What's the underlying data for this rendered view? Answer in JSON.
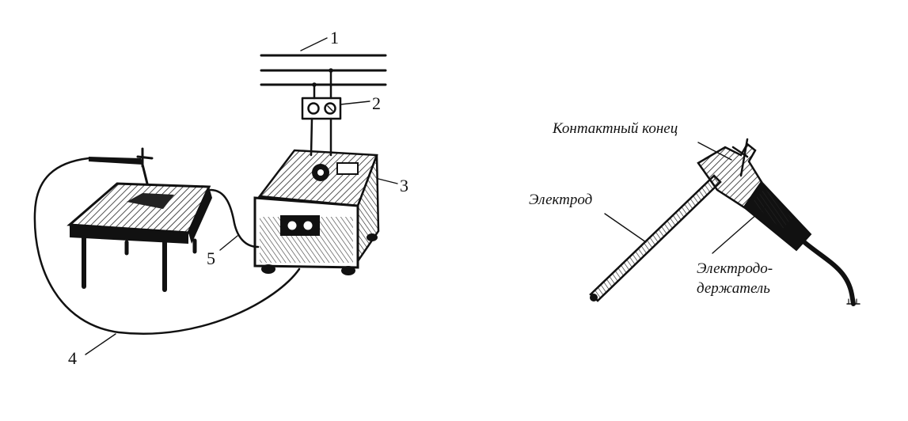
{
  "left_diagram": {
    "callouts": [
      "1",
      "2",
      "3",
      "4",
      "5"
    ]
  },
  "right_diagram": {
    "labels": {
      "contact_end": "Контактный конец",
      "electrode": "Электрод",
      "holder_line1": "Электродо-",
      "holder_line2": "держатель"
    }
  },
  "colors": {
    "ink": "#111111",
    "background": "#ffffff"
  }
}
